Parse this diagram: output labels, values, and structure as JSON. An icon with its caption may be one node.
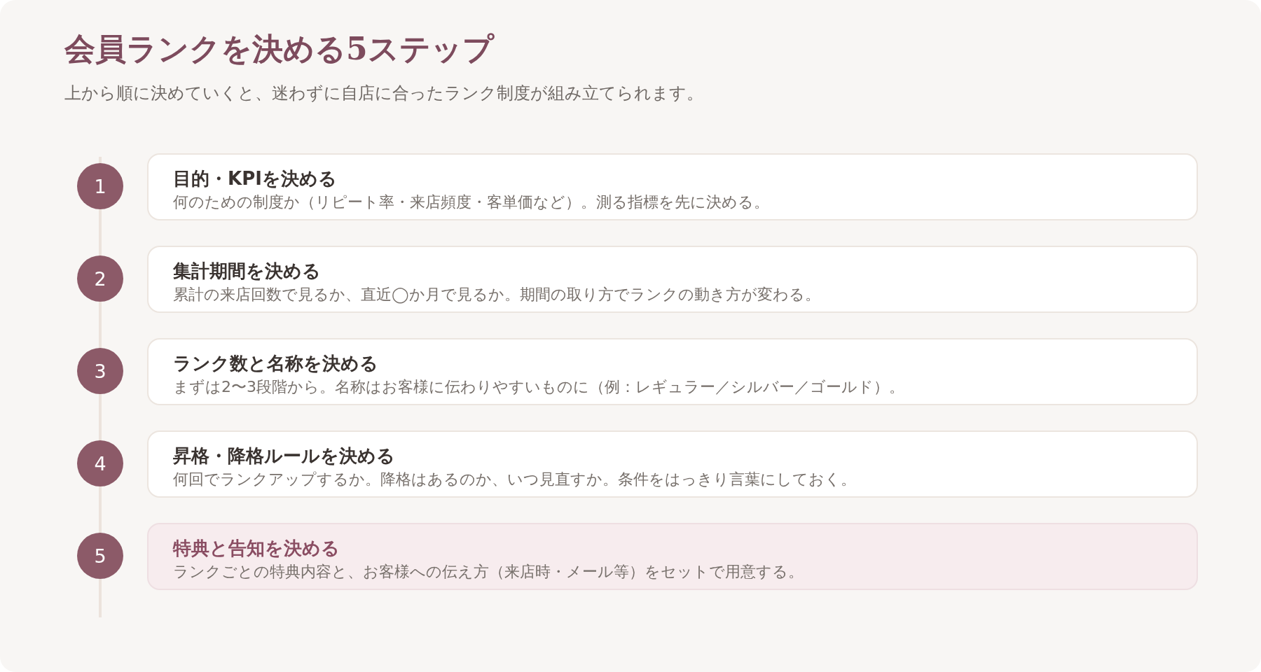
{
  "diagram": {
    "title": "会員ランクを決める5ステップ",
    "nodes": [
      {
        "text": [
          "1"
        ]
      },
      {
        "text": [
          "目的・KPIを決める",
          "何のための制度か（リピート率・来店頻度・客単価など）。測る指標を先に決める。"
        ]
      },
      {
        "text": [
          "2"
        ]
      },
      {
        "text": [
          "集計期間を決める",
          "累計の来店回数で見るか、直近◯か月で見るか。期間の取り方でランクの動き方が変わる。"
        ]
      },
      {
        "text": [
          "3"
        ]
      },
      {
        "text": [
          "ランク数と名称を決める",
          "まずは2〜3段階から。名称はお客様に伝わりやすいものに（例：レギュラー／シルバー／ゴールド）。"
        ]
      },
      {
        "text": [
          "4"
        ]
      },
      {
        "text": [
          "昇格・降格ルールを決める",
          "何回でランクアップするか。降格はあるのか、いつ見直すか。条件をはっきり言葉にしておく。"
        ]
      },
      {
        "text": [
          "5"
        ]
      },
      {
        "text": [
          "特典と告知を決める",
          "ランクごとの特典内容と、お客様への伝え方（来店時・メール等）をセットで用意する。"
        ]
      }
    ],
    "edges": [
      {
        "from": 0,
        "to": 2,
        "arrow": "none"
      },
      {
        "from": 2,
        "to": 4,
        "arrow": "none"
      },
      {
        "from": 4,
        "to": 6,
        "arrow": "none"
      },
      {
        "from": 6,
        "to": 8,
        "arrow": "none"
      }
    ],
    "labels": [
      "上から順に決めていくと、迷わずに自店に合ったランク制度が組み立てられます。"
    ]
  }
}
